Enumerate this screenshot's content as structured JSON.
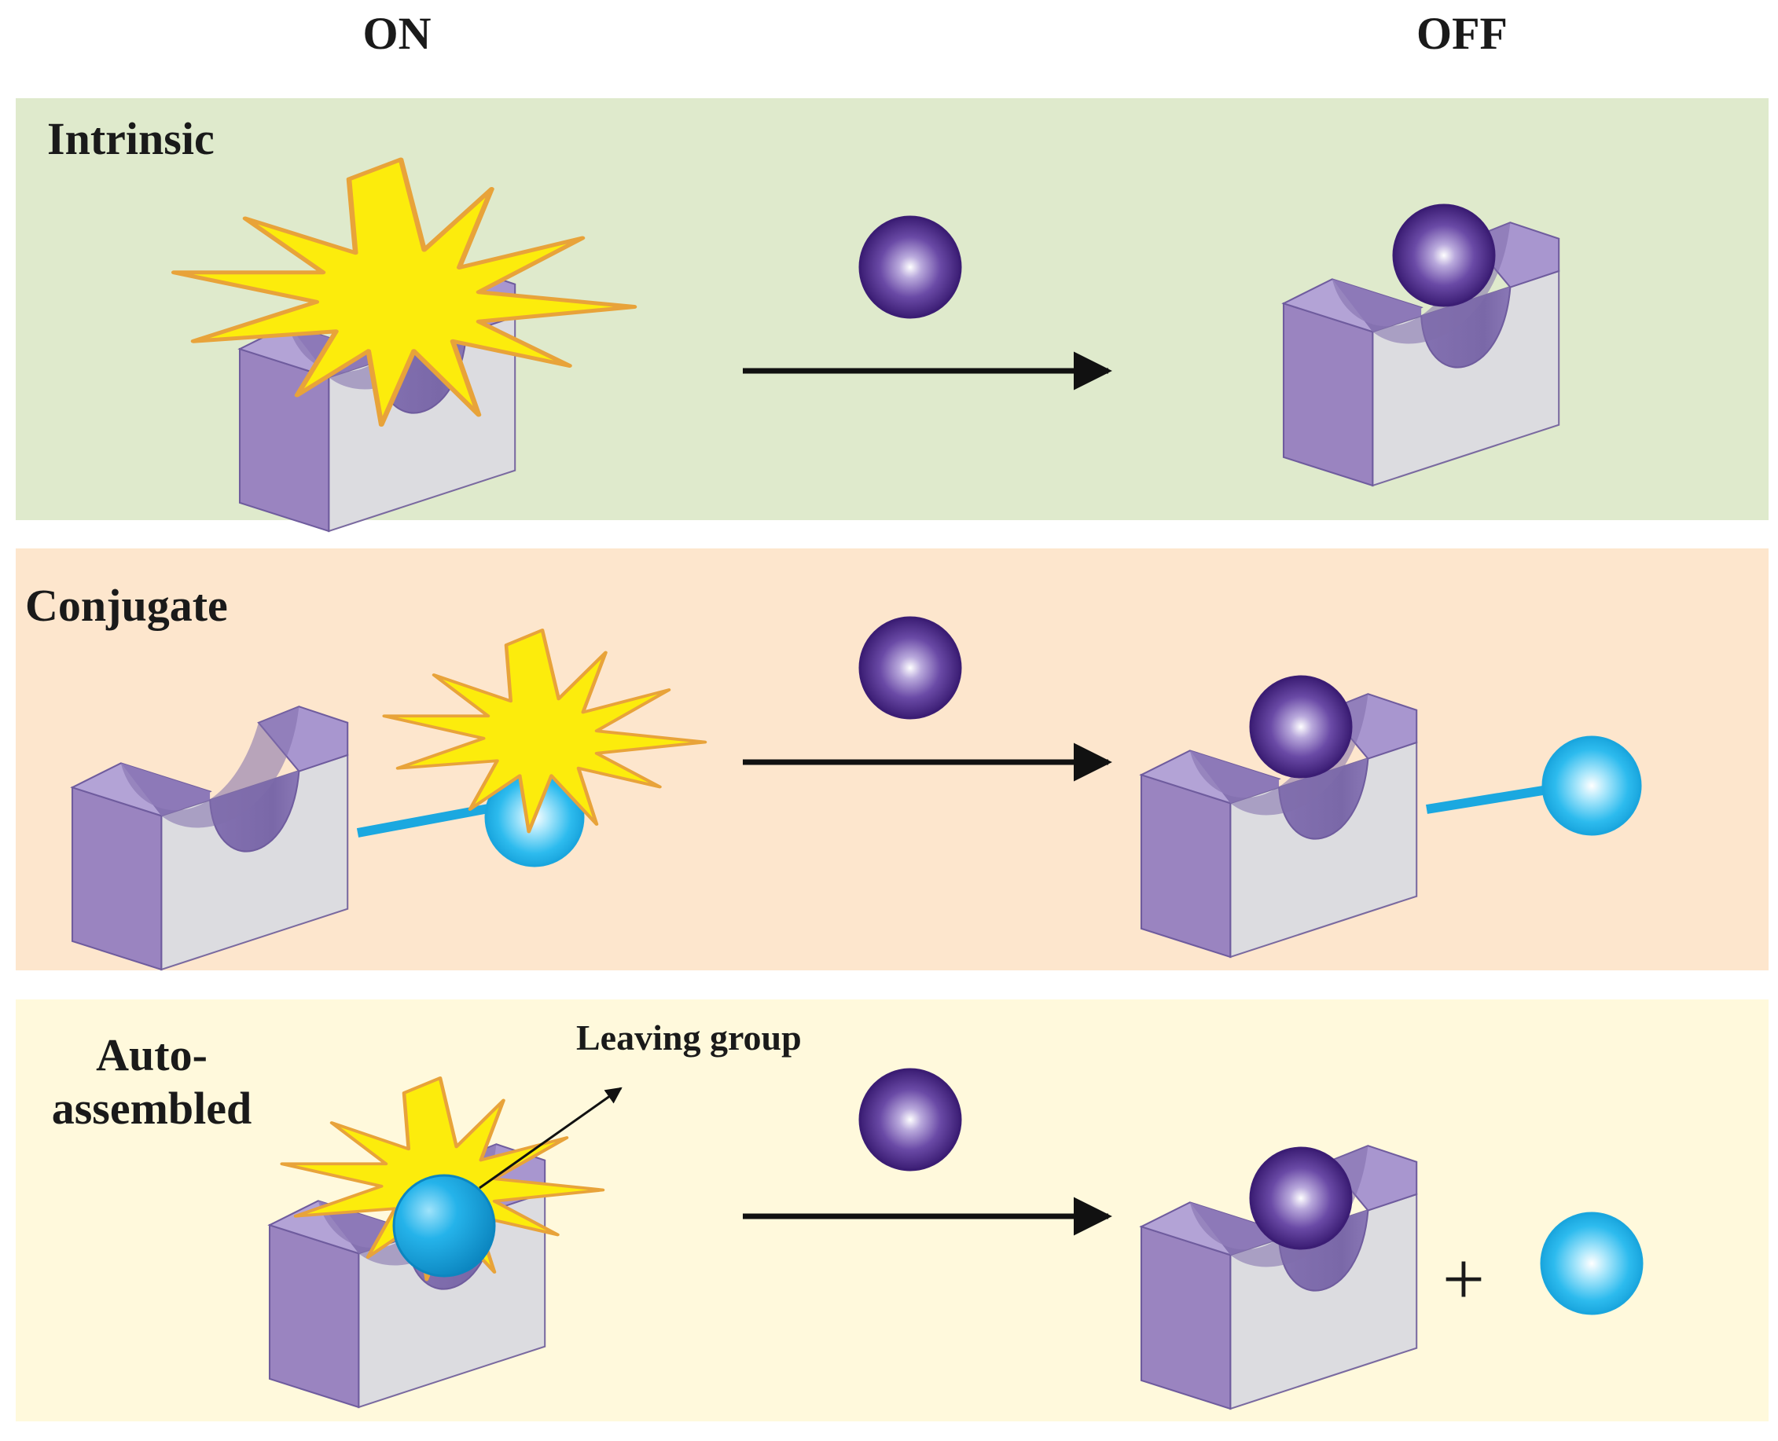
{
  "header": {
    "on_label": "ON",
    "off_label": "OFF"
  },
  "panels": [
    {
      "id": "intrinsic",
      "title": "Intrinsic",
      "background": "#dfeacc"
    },
    {
      "id": "conjugate",
      "title": "Conjugate",
      "background": "#fde6cd"
    },
    {
      "id": "auto-assembled",
      "title_line1": "Auto-",
      "title_line2": "assembled",
      "background": "#fff9dc",
      "annotation": "Leaving group",
      "plus_sign": "+"
    }
  ],
  "colors": {
    "receptor_front": "#9a84c0",
    "receptor_top": "#b3a3d6",
    "receptor_side": "#dcdce0",
    "cavity": "#7f6eab",
    "analyte_sphere": "#4a2a83",
    "fluorophore_sphere": "#1bb2ea",
    "flash": "#fcec0c",
    "flash_outline": "#e8a33a",
    "arrow": "#1a1a1a"
  },
  "icons": [
    "receptor-block-icon",
    "analyte-sphere-icon",
    "fluorophore-sphere-icon",
    "fluorescence-flash-icon",
    "reaction-arrow-icon"
  ]
}
